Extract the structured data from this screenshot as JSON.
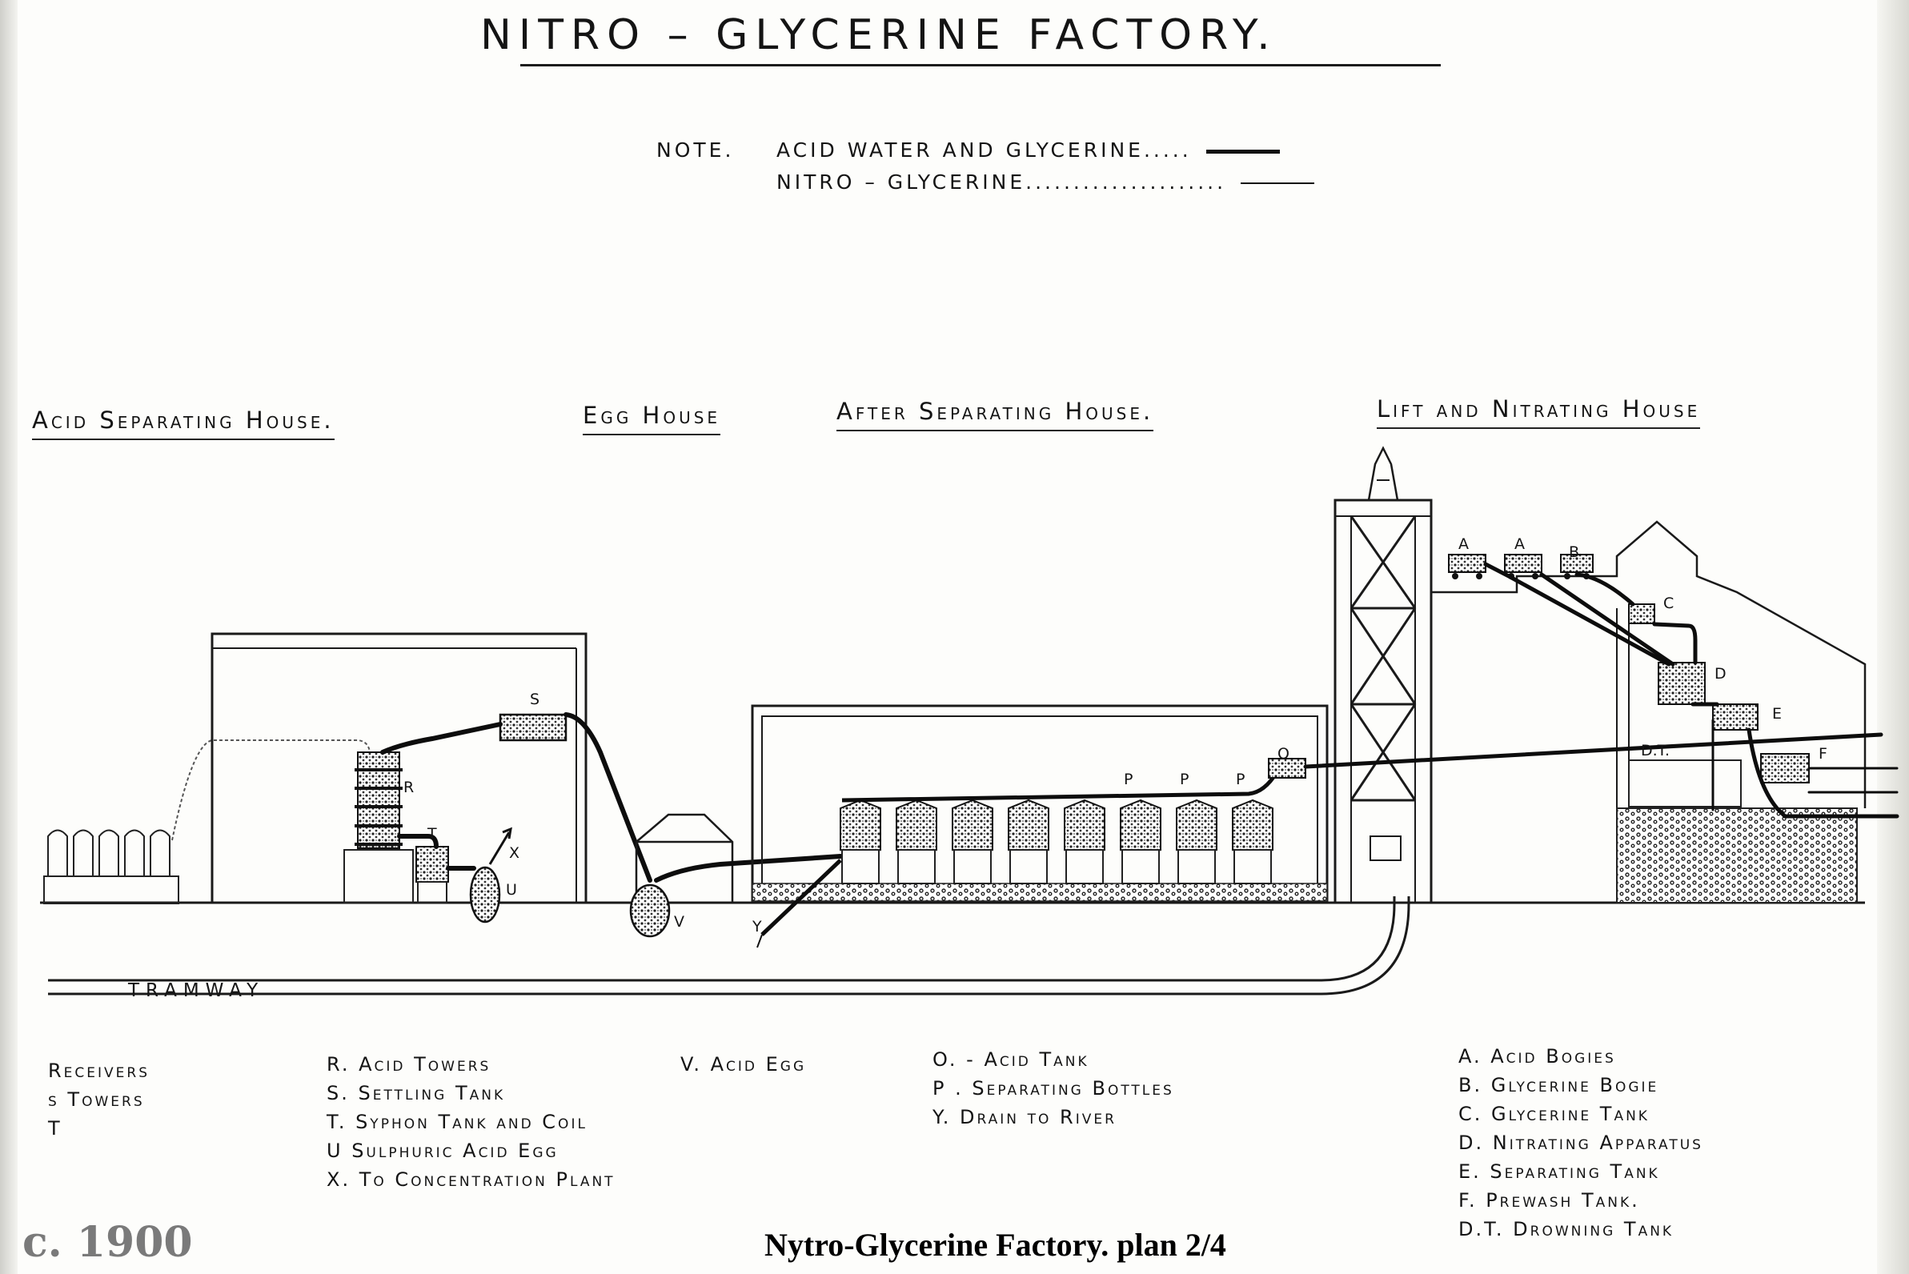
{
  "title": "NITRO – GLYCERINE    FACTORY.",
  "note": {
    "label": "NOTE.",
    "line1": "ACID WATER AND GLYCERINE.....",
    "line2": "NITRO – GLYCERINE.....................",
    "line1_style": "thick solid line",
    "line2_style": "thin solid line"
  },
  "houses": {
    "acid_separating": "Acid Separating House.",
    "egg": "Egg House",
    "after_separating": "After Separating House.",
    "lift_nitrating": "Lift and Nitrating House"
  },
  "tramway": "TRAMWAY",
  "point_labels": {
    "R": "R",
    "S": "S",
    "T": "T",
    "U": "U",
    "V": "V",
    "X": "X",
    "Y": "Y",
    "O": "O",
    "P": "P",
    "A": "A",
    "B": "B",
    "C": "C",
    "D": "D",
    "E": "E",
    "F": "F",
    "DT": "D.T."
  },
  "key": {
    "col1": [
      "Receivers",
      "s Towers",
      "T"
    ],
    "col2": [
      "R. Acid Towers",
      "S. Settling Tank",
      "T. Syphon Tank and Coil",
      "U  Sulphuric Acid Egg",
      "X. To Concentration Plant"
    ],
    "col3": [
      "V. Acid Egg"
    ],
    "col4": [
      "O. - Acid Tank",
      "P . Separating Bottles",
      "Y.  Drain to River"
    ],
    "col5": [
      "A. Acid Bogies",
      "B. Glycerine Bogie",
      "C. Glycerine Tank",
      "D. Nitrating Apparatus",
      "E. Separating Tank",
      "F. Prewash Tank.",
      "D.T. Drowning Tank"
    ]
  },
  "caption": {
    "date": "c. 1900",
    "plan": "Nytro-Glycerine Factory.  plan 2/4"
  },
  "colors": {
    "paper": "#fdfdfb",
    "ink": "#141414",
    "date_gray": "#7a7a7a"
  }
}
